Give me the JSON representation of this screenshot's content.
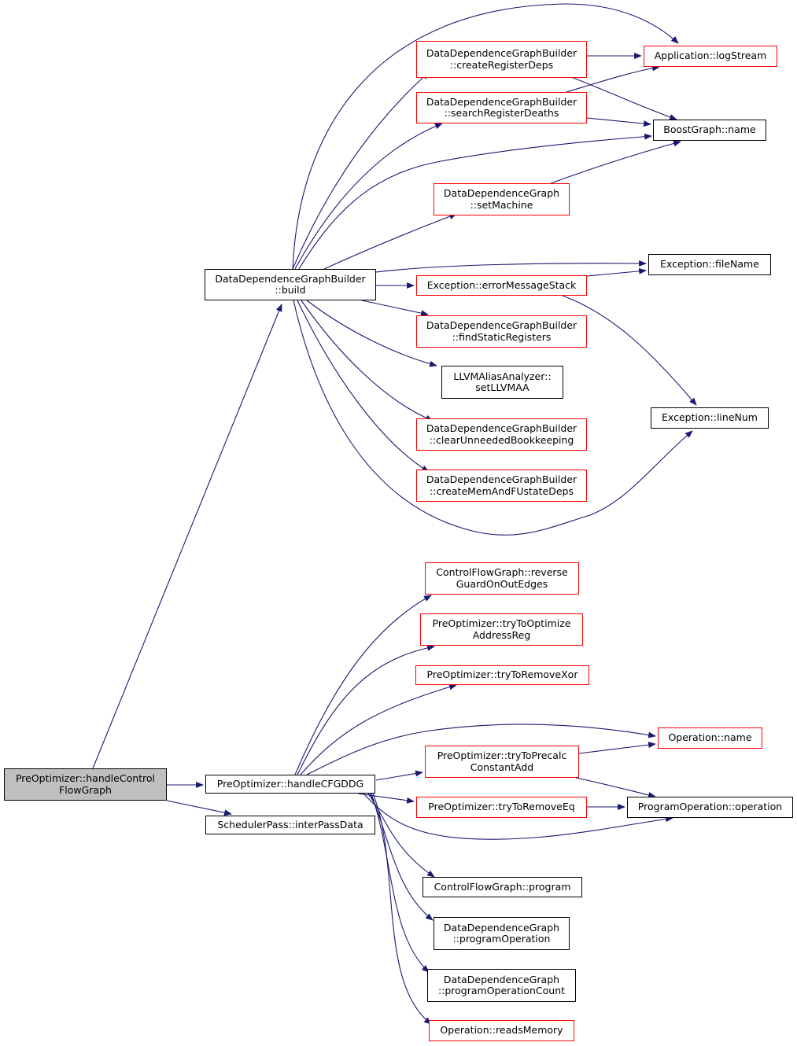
{
  "colors": {
    "edge": "#191970",
    "link_border": "#ff0000",
    "plain_border": "#000000",
    "root_fill": "#bfbfbf"
  },
  "nodes": {
    "handleControlFlowGraph": {
      "label": "PreOptimizer::handleControl\nFlowGraph",
      "style": "root"
    },
    "build": {
      "label": "DataDependenceGraphBuilder\n::build",
      "style": "plain"
    },
    "handleCFGDDG": {
      "label": "PreOptimizer::handleCFGDDG",
      "style": "plain"
    },
    "interPassData": {
      "label": "SchedulerPass::interPassData",
      "style": "plain"
    },
    "createRegisterDeps": {
      "label": "DataDependenceGraphBuilder\n::createRegisterDeps",
      "style": "red"
    },
    "searchRegisterDeaths": {
      "label": "DataDependenceGraphBuilder\n::searchRegisterDeaths",
      "style": "red"
    },
    "setMachine": {
      "label": "DataDependenceGraph\n::setMachine",
      "style": "red"
    },
    "errorMessageStack": {
      "label": "Exception::errorMessageStack",
      "style": "red"
    },
    "findStaticRegisters": {
      "label": "DataDependenceGraphBuilder\n::findStaticRegisters",
      "style": "red"
    },
    "setLLVMAA": {
      "label": "LLVMAliasAnalyzer::\nsetLLVMAA",
      "style": "plain"
    },
    "clearUnneededBookkeeping": {
      "label": "DataDependenceGraphBuilder\n::clearUnneededBookkeeping",
      "style": "red"
    },
    "createMemAndFUstateDeps": {
      "label": "DataDependenceGraphBuilder\n::createMemAndFUstateDeps",
      "style": "red"
    },
    "logStream": {
      "label": "Application::logStream",
      "style": "red"
    },
    "boostName": {
      "label": "BoostGraph::name",
      "style": "plain"
    },
    "fileName": {
      "label": "Exception::fileName",
      "style": "plain"
    },
    "lineNum": {
      "label": "Exception::lineNum",
      "style": "plain"
    },
    "reverseGuard": {
      "label": "ControlFlowGraph::reverse\nGuardOnOutEdges",
      "style": "red"
    },
    "tryToOptimizeAddressReg": {
      "label": "PreOptimizer::tryToOptimize\nAddressReg",
      "style": "red"
    },
    "tryToRemoveXor": {
      "label": "PreOptimizer::tryToRemoveXor",
      "style": "red"
    },
    "tryToPrecalc": {
      "label": "PreOptimizer::tryToPrecalc\nConstantAdd",
      "style": "red"
    },
    "tryToRemoveEq": {
      "label": "PreOptimizer::tryToRemoveEq",
      "style": "red"
    },
    "cfgProgram": {
      "label": "ControlFlowGraph::program",
      "style": "plain"
    },
    "programOperation": {
      "label": "DataDependenceGraph\n::programOperation",
      "style": "plain"
    },
    "programOperationCount": {
      "label": "DataDependenceGraph\n::programOperationCount",
      "style": "plain"
    },
    "readsMemory": {
      "label": "Operation::readsMemory",
      "style": "red"
    },
    "operationName": {
      "label": "Operation::name",
      "style": "red"
    },
    "poOperation": {
      "label": "ProgramOperation::operation",
      "style": "plain"
    }
  },
  "edges": [
    {
      "from": "handleControlFlowGraph",
      "to": "build"
    },
    {
      "from": "handleControlFlowGraph",
      "to": "handleCFGDDG"
    },
    {
      "from": "handleControlFlowGraph",
      "to": "interPassData"
    },
    {
      "from": "build",
      "to": "logStream"
    },
    {
      "from": "build",
      "to": "createRegisterDeps"
    },
    {
      "from": "build",
      "to": "searchRegisterDeaths"
    },
    {
      "from": "build",
      "to": "boostName"
    },
    {
      "from": "build",
      "to": "setMachine"
    },
    {
      "from": "build",
      "to": "fileName"
    },
    {
      "from": "build",
      "to": "errorMessageStack"
    },
    {
      "from": "build",
      "to": "findStaticRegisters"
    },
    {
      "from": "build",
      "to": "setLLVMAA"
    },
    {
      "from": "build",
      "to": "clearUnneededBookkeeping"
    },
    {
      "from": "build",
      "to": "createMemAndFUstateDeps"
    },
    {
      "from": "build",
      "to": "lineNum"
    },
    {
      "from": "createRegisterDeps",
      "to": "logStream"
    },
    {
      "from": "createRegisterDeps",
      "to": "boostName"
    },
    {
      "from": "searchRegisterDeaths",
      "to": "logStream"
    },
    {
      "from": "searchRegisterDeaths",
      "to": "boostName"
    },
    {
      "from": "setMachine",
      "to": "boostName"
    },
    {
      "from": "errorMessageStack",
      "to": "fileName"
    },
    {
      "from": "errorMessageStack",
      "to": "lineNum"
    },
    {
      "from": "handleCFGDDG",
      "to": "reverseGuard"
    },
    {
      "from": "handleCFGDDG",
      "to": "tryToOptimizeAddressReg"
    },
    {
      "from": "handleCFGDDG",
      "to": "tryToRemoveXor"
    },
    {
      "from": "handleCFGDDG",
      "to": "operationName"
    },
    {
      "from": "handleCFGDDG",
      "to": "tryToPrecalc"
    },
    {
      "from": "handleCFGDDG",
      "to": "tryToRemoveEq"
    },
    {
      "from": "handleCFGDDG",
      "to": "poOperation"
    },
    {
      "from": "handleCFGDDG",
      "to": "cfgProgram"
    },
    {
      "from": "handleCFGDDG",
      "to": "programOperation"
    },
    {
      "from": "handleCFGDDG",
      "to": "programOperationCount"
    },
    {
      "from": "handleCFGDDG",
      "to": "readsMemory"
    },
    {
      "from": "tryToPrecalc",
      "to": "operationName"
    },
    {
      "from": "tryToPrecalc",
      "to": "poOperation"
    },
    {
      "from": "tryToRemoveEq",
      "to": "poOperation"
    }
  ]
}
